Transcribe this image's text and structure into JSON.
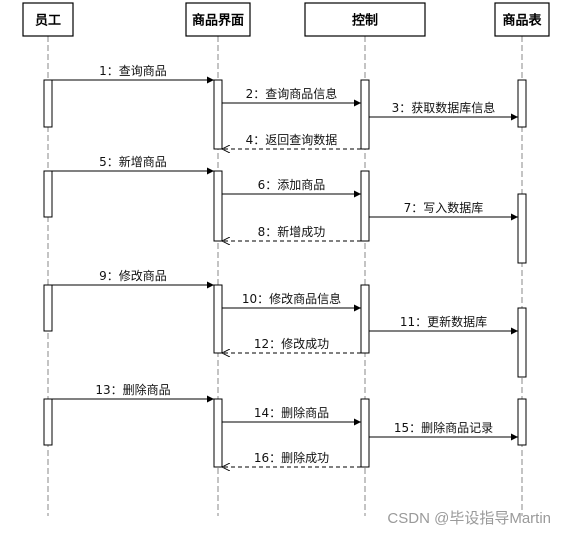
{
  "participants": [
    {
      "id": "staff",
      "label": "员工"
    },
    {
      "id": "ui",
      "label": "商品界面"
    },
    {
      "id": "ctrl",
      "label": "控制"
    },
    {
      "id": "table",
      "label": "商品表"
    }
  ],
  "messages": [
    {
      "label": "1：查询商品",
      "from": "staff",
      "to": "ui",
      "type": "sync"
    },
    {
      "label": "2：查询商品信息",
      "from": "ui",
      "to": "ctrl",
      "type": "sync"
    },
    {
      "label": "3：获取数据库信息",
      "from": "ctrl",
      "to": "table",
      "type": "sync"
    },
    {
      "label": "4：返回查询数据",
      "from": "ctrl",
      "to": "ui",
      "type": "return"
    },
    {
      "label": "5：新增商品",
      "from": "staff",
      "to": "ui",
      "type": "sync"
    },
    {
      "label": "6：添加商品",
      "from": "ui",
      "to": "ctrl",
      "type": "sync"
    },
    {
      "label": "7：写入数据库",
      "from": "ctrl",
      "to": "table",
      "type": "sync"
    },
    {
      "label": "8：新增成功",
      "from": "ctrl",
      "to": "ui",
      "type": "return"
    },
    {
      "label": "9：修改商品",
      "from": "staff",
      "to": "ui",
      "type": "sync"
    },
    {
      "label": "10：修改商品信息",
      "from": "ui",
      "to": "ctrl",
      "type": "sync"
    },
    {
      "label": "11：更新数据库",
      "from": "ctrl",
      "to": "table",
      "type": "sync"
    },
    {
      "label": "12：修改成功",
      "from": "ctrl",
      "to": "ui",
      "type": "return"
    },
    {
      "label": "13：删除商品",
      "from": "staff",
      "to": "ui",
      "type": "sync"
    },
    {
      "label": "14：删除商品",
      "from": "ui",
      "to": "ctrl",
      "type": "sync"
    },
    {
      "label": "15：删除商品记录",
      "from": "ctrl",
      "to": "table",
      "type": "sync"
    },
    {
      "label": "16：删除成功",
      "from": "ctrl",
      "to": "ui",
      "type": "return"
    }
  ],
  "watermark": "CSDN @毕设指导Martin"
}
